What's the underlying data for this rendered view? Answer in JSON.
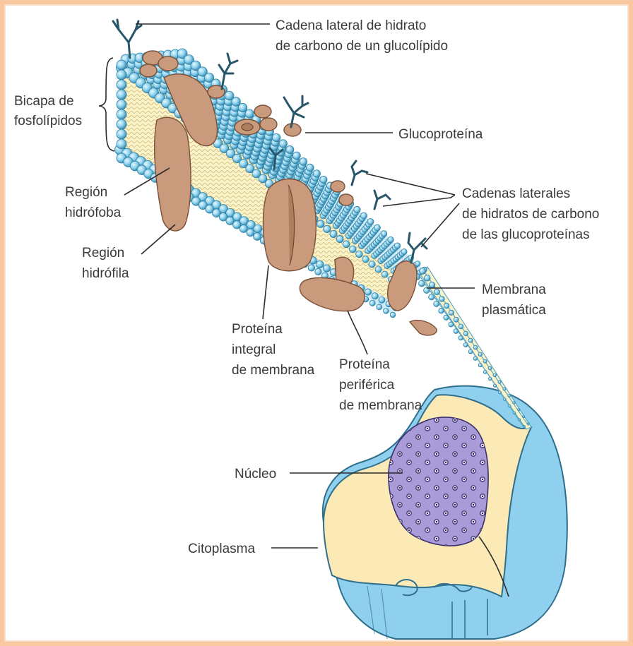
{
  "labels": {
    "glycolipid_chain_1": "Cadena lateral de hidrato",
    "glycolipid_chain_2": "de carbono de un glucolípido",
    "bilayer_1": "Bicapa de",
    "bilayer_2": "fosfolípidos",
    "glycoprotein": "Glucoproteína",
    "glycoprotein_chains_1": "Cadenas laterales",
    "glycoprotein_chains_2": "de hidratos de carbono",
    "glycoprotein_chains_3": "de las glucoproteínas",
    "hydrophobic_1": "Región",
    "hydrophobic_2": "hidrófoba",
    "hydrophilic_1": "Región",
    "hydrophilic_2": "hidrófila",
    "plasma_membrane_1": "Membrana",
    "plasma_membrane_2": "plasmática",
    "integral_protein_1": "Proteína",
    "integral_protein_2": "integral",
    "integral_protein_3": "de membrana",
    "peripheral_protein_1": "Proteína",
    "peripheral_protein_2": "periférica",
    "peripheral_protein_3": "de membrana",
    "nucleus": "Núcleo",
    "cytoplasm": "Citoplasma"
  },
  "colors": {
    "frame": "#f8c9a0",
    "phospholipid_head": "#8fd3ee",
    "bilayer_core": "#fbf2c8",
    "protein": "#c99a7c",
    "carbohydrate_chain": "#27566a",
    "cell_membrane": "#8fd0ee",
    "cytoplasm": "#fbe9b6",
    "nucleus": "#a99bd8"
  }
}
